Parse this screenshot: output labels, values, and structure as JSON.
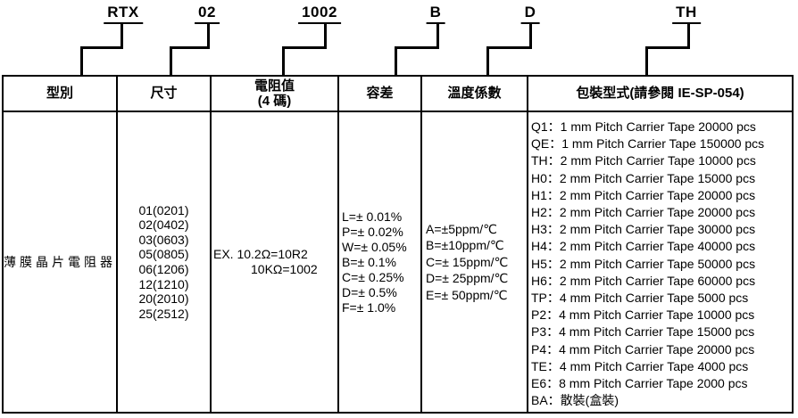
{
  "part_number": {
    "segments": [
      "RTX",
      "02",
      "1002",
      "B",
      "D",
      "TH"
    ]
  },
  "table": {
    "headers": {
      "type": "型別",
      "size": "尺寸",
      "resistance_line1": "電阻值",
      "resistance_line2": "(4 碼)",
      "tolerance": "容差",
      "tcr": "溫度係數",
      "packaging": "包裝型式(請參閱 IE-SP-054)"
    },
    "body": {
      "type_value": "薄膜晶片電阻器",
      "sizes": [
        "01(0201)",
        "02(0402)",
        "03(0603)",
        "05(0805)",
        "06(1206)",
        "12(1210)",
        "20(2010)",
        "25(2512)"
      ],
      "resistance_examples": [
        "EX. 10.2Ω=10R2",
        "10KΩ=1002"
      ],
      "tolerances": [
        "L=± 0.01%",
        "P=± 0.02%",
        "W=± 0.05%",
        "B=± 0.1%",
        "C=± 0.25%",
        "D=± 0.5%",
        "F=± 1.0%"
      ],
      "tcr_values": [
        "A=±5ppm/℃",
        "B=±10ppm/℃",
        "C=± 15ppm/℃",
        "D=± 25ppm/℃",
        "E=± 50ppm/℃"
      ],
      "packaging_options": [
        "Q1：1 mm Pitch Carrier Tape 20000 pcs",
        "QE：1 mm Pitch Carrier Tape 150000 pcs",
        "TH：2 mm Pitch Carrier Tape 10000 pcs",
        "H0：2 mm Pitch Carrier Tape 15000 pcs",
        "H1：2 mm Pitch Carrier Tape 20000 pcs",
        "H2：2 mm Pitch Carrier Tape 20000 pcs",
        "H3：2 mm Pitch Carrier Tape 30000 pcs",
        "H4：2 mm Pitch Carrier Tape 40000 pcs",
        "H5：2 mm Pitch Carrier Tape 50000 pcs",
        "H6：2 mm Pitch Carrier Tape 60000 pcs",
        "TP：4 mm Pitch Carrier Tape 5000 pcs",
        "P2：4 mm Pitch Carrier Tape 10000 pcs",
        "P3：4 mm Pitch Carrier Tape 15000 pcs",
        "P4：4 mm Pitch Carrier Tape 20000 pcs",
        "TE：4 mm Pitch Carrier Tape 4000 pcs",
        "E6：8 mm Pitch Carrier Tape 2000 pcs",
        "BA：散裝(盒裝)"
      ]
    }
  },
  "colors": {
    "line": "#000000",
    "background": "#ffffff"
  }
}
